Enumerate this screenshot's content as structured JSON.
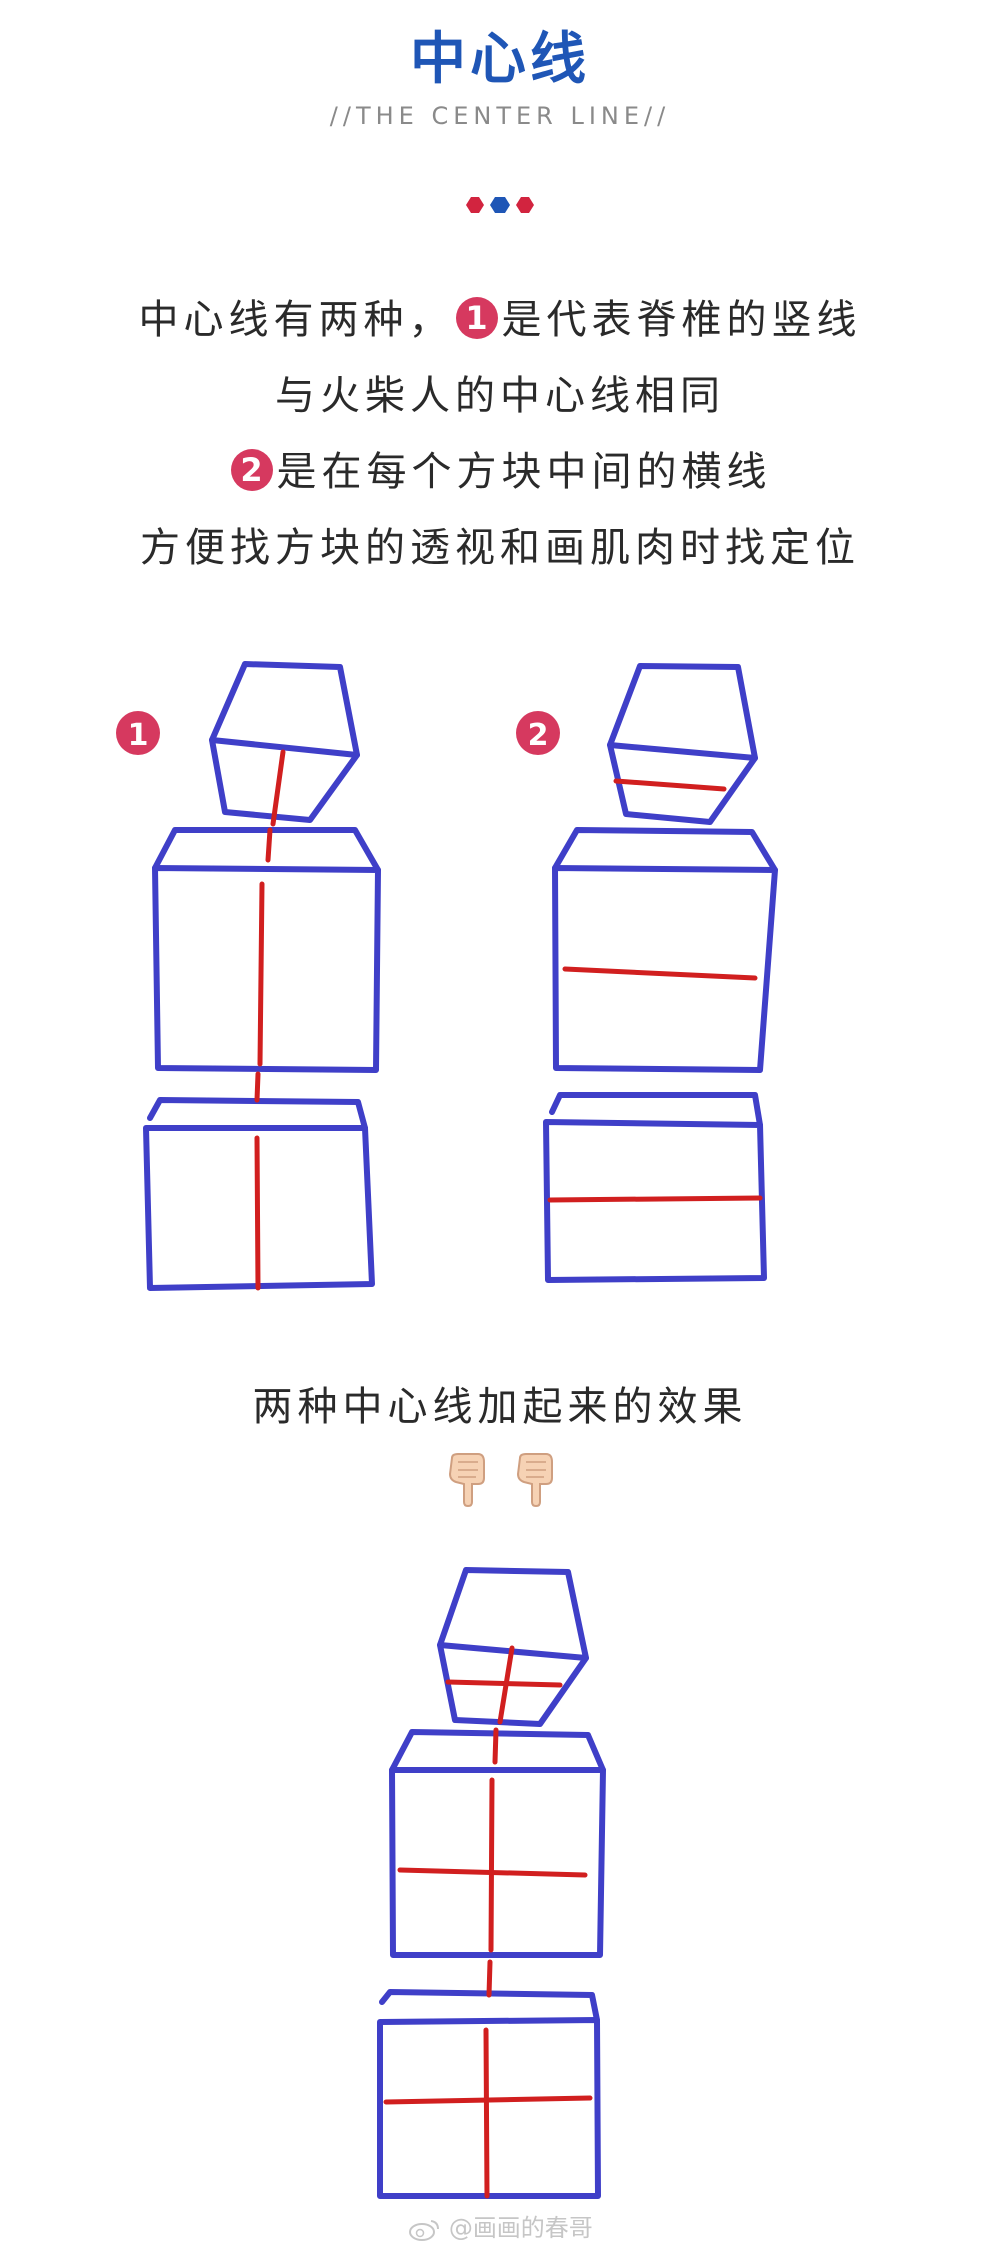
{
  "header": {
    "title": "中心线",
    "subtitle": "//THE CENTER LINE//"
  },
  "intro": {
    "line1_pre": "中心线有两种，",
    "badge1": "1",
    "line1_post": "是代表脊椎的竖线",
    "line2": "与火柴人的中心线相同",
    "badge2": "2",
    "line3_post": "是在每个方块中间的横线",
    "line4": "方便找方块的透视和画肌肉时找定位"
  },
  "figures": {
    "label_1": "1",
    "label_2": "2"
  },
  "combined": {
    "caption": "两种中心线加起来的效果"
  },
  "watermark": "@画画的春哥",
  "colors": {
    "title_blue": "#1f56b6",
    "dot_red": "#d2243f",
    "dot_blue": "#1f56b6",
    "badge_red": "#d6395f",
    "box_stroke": "#3f3fc8",
    "center_line": "#d11f1f"
  },
  "icons": [
    "dots-decoration-icon",
    "pointing-down-hand-icon",
    "weibo-logo-icon"
  ]
}
